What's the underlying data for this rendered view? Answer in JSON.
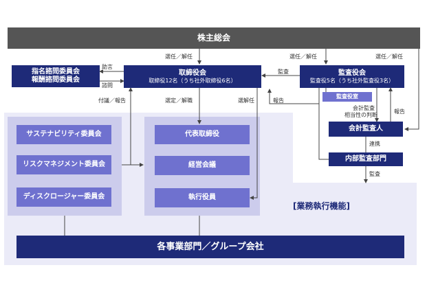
{
  "shareholders_meeting": "株主総会",
  "nomination_committees": [
    "指名諮問委員会",
    "報酬諮問委員会"
  ],
  "board": {
    "title": "取締役会",
    "detail": "取締役12名（うち社外取締役6名）"
  },
  "audit_board": {
    "title": "監査役会",
    "detail": "監査役5名（うち社外監査役3名）"
  },
  "audit_office": "監査役室",
  "accounting_auditor": "会計監査人",
  "internal_audit": "内部監査部門",
  "committees": [
    "サステナビリティ委員会",
    "リスクマネジメント委員会",
    "ディスクロージャー委員会"
  ],
  "executive": [
    "代表取締役",
    "経営会議",
    "執行役員"
  ],
  "business_label": "[業務執行機能]",
  "business_units": "各事業部門／グループ会社",
  "labels": {
    "elect1": "選任／解任",
    "elect2": "選任／解任",
    "elect3": "選任／解任",
    "advise": "助言",
    "consult": "諮問",
    "audit1": "監査",
    "report1": "報告",
    "refer": "付議／報告",
    "appoint": "選定／解職",
    "dismiss": "選解任",
    "acct_audit": "会計監査",
    "judgment": "相当性の判断",
    "report2": "報告",
    "coop": "連携",
    "audit2": "監査"
  }
}
